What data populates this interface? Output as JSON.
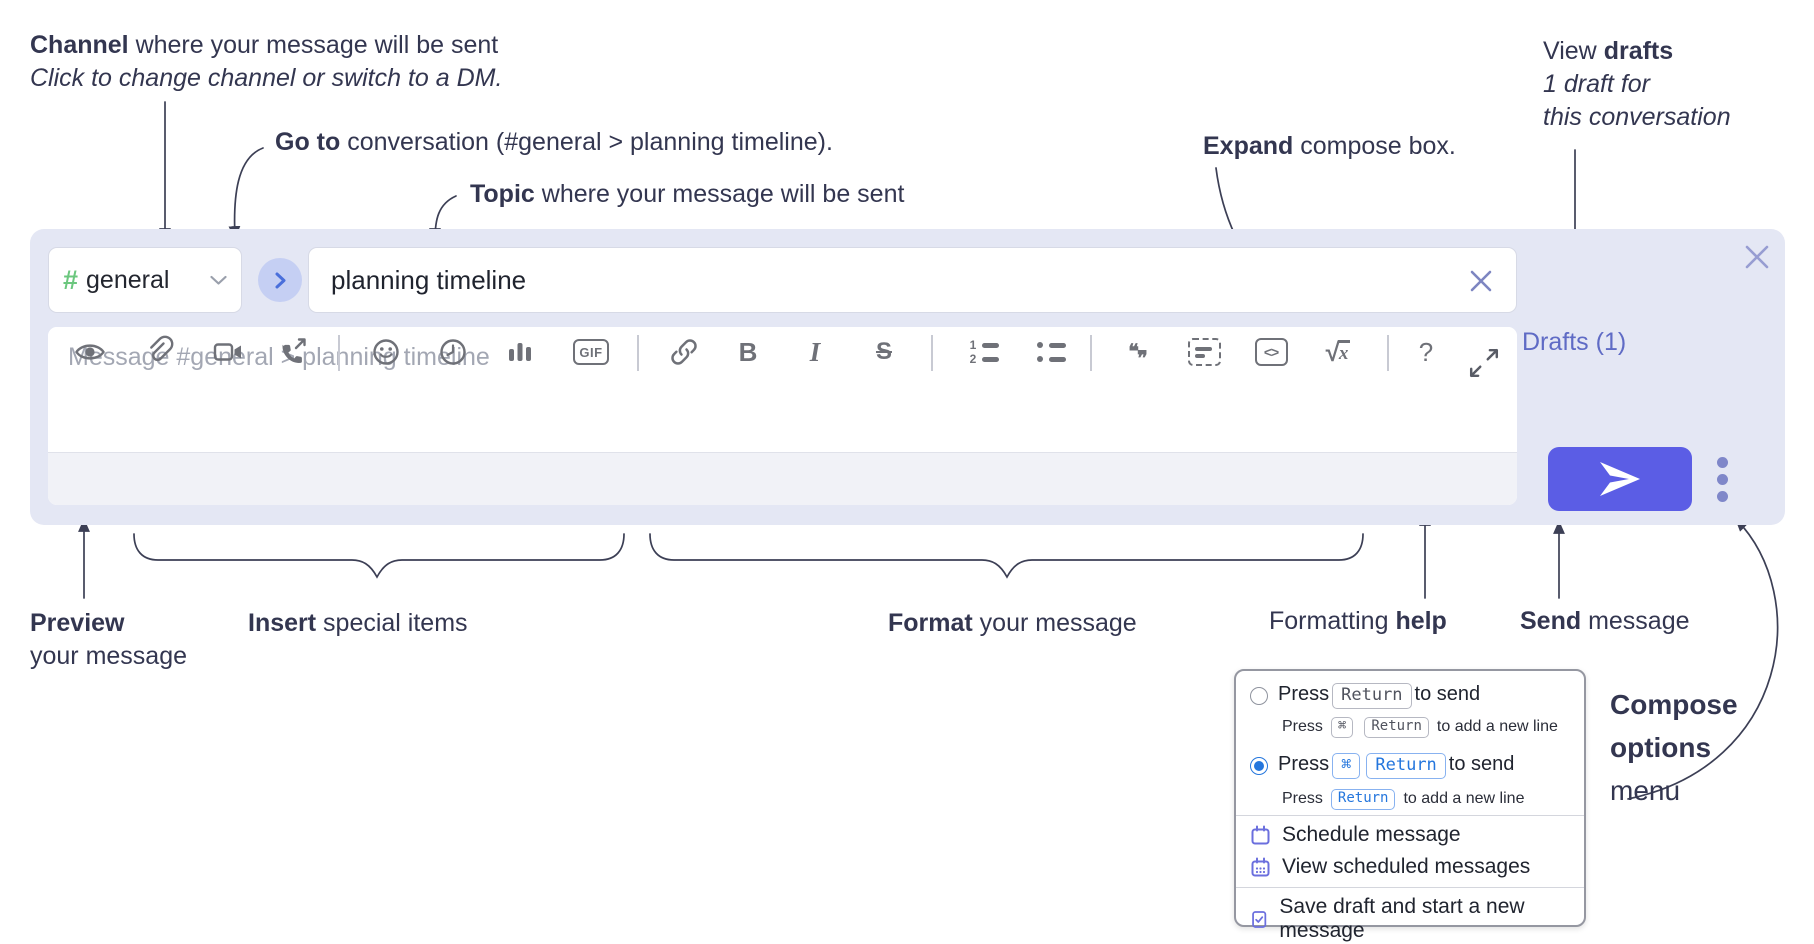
{
  "annotations": {
    "channel": {
      "bold": "Channel",
      "rest": " where your message will be sent",
      "sub": "Click to change channel or switch to a DM."
    },
    "goto": {
      "bold": "Go to",
      "rest": " conversation (#general > planning timeline)."
    },
    "topic": {
      "bold": "Topic",
      "rest": " where your message will be sent"
    },
    "expand": {
      "bold": "Expand",
      "rest": " compose box."
    },
    "view_drafts": {
      "pre": "View ",
      "bold": "drafts",
      "line2": "1 draft for",
      "line3": "this conversation"
    },
    "preview": {
      "bold": "Preview",
      "line2": "your message"
    },
    "insert": {
      "bold": "Insert",
      "rest": " special items"
    },
    "format": {
      "bold": "Format",
      "rest": " your message"
    },
    "formatting_help": {
      "pre": "Formatting ",
      "bold": "help"
    },
    "send": {
      "bold": "Send",
      "rest": " message"
    },
    "compose_options": {
      "line1": "Compose",
      "line2": "options",
      "line3": "menu"
    }
  },
  "compose": {
    "channel_hash": "#",
    "channel_name": "general",
    "topic_value": "planning timeline",
    "message_placeholder": "Message #general > planning timeline",
    "drafts_link": "Drafts (1)",
    "toolbar": {
      "bold": "B",
      "italic": "I",
      "strike": "S",
      "gif": "GIF",
      "ol_1": "1",
      "ol_2": "2",
      "quote_open": "❝",
      "quote_close": "❞",
      "code": "<>",
      "sqrt_radical": "√",
      "sqrt_x": "x",
      "help": "?"
    }
  },
  "options_menu": {
    "enter_sends_off": {
      "pre": "Press",
      "key": "Return",
      "post": "to send",
      "sub_pre": "Press",
      "sub_key1": "⌘",
      "sub_key2": "Return",
      "sub_post": "to add a new line"
    },
    "enter_sends_on": {
      "pre": "Press",
      "key1": "⌘",
      "key2": "Return",
      "post": "to send",
      "sub_pre": "Press",
      "sub_key": "Return",
      "sub_post": "to add a new line"
    },
    "items": [
      {
        "label": "Schedule message"
      },
      {
        "label": "View scheduled messages"
      },
      {
        "label": "Save draft and start a new message"
      }
    ]
  },
  "colors": {
    "send_button": "#5b5de5",
    "drafts_link": "#5f6bc5",
    "channel_hash": "#6bc77e",
    "go_button_bg": "#c5cff3",
    "go_button_chevron": "#4a6fdb",
    "kbd_active": "#2476dd",
    "menu_icon": "#6b6fde",
    "toolbar_icon": "#6f7178",
    "compose_bg": "#e4e7f4",
    "annotation_text": "#333650"
  }
}
